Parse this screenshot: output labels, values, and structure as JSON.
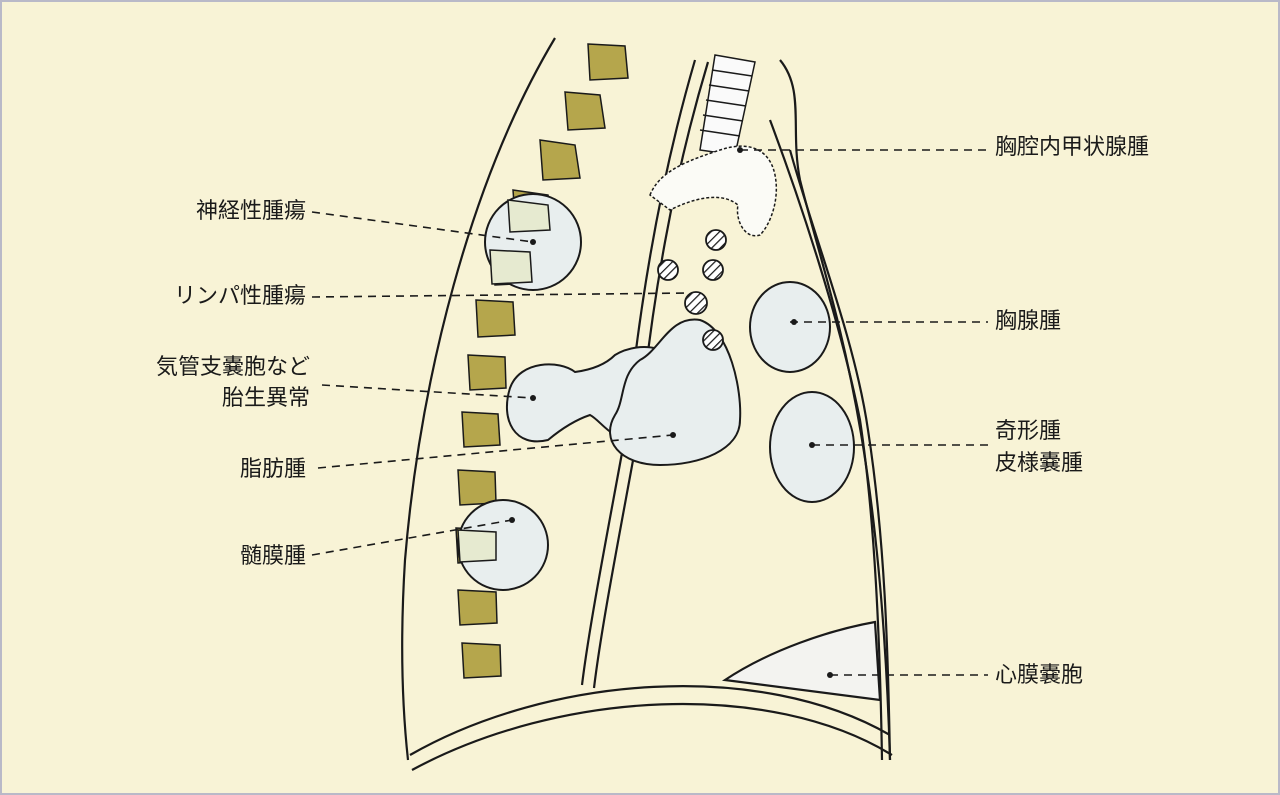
{
  "colors": {
    "background": "#f8f3d6",
    "vertebra": "#b5a64c",
    "lesion": "#e8eeee",
    "line": "#1a1a1a"
  },
  "labels": {
    "neurogenic_tumor": "神経性腫瘍",
    "lymphoma": "リンパ性腫瘍",
    "bronchogenic_cyst_1": "気管支嚢胞など",
    "bronchogenic_cyst_2": "胎生異常",
    "lipoma": "脂肪腫",
    "meningioma": "髄膜腫",
    "intrathoracic_thyroid": "胸腔内甲状腺腫",
    "thymoma": "胸腺腫",
    "teratoma": "奇形腫",
    "dermoid_cyst": "皮様嚢腫",
    "pericardial_cyst": "心膜嚢胞"
  }
}
